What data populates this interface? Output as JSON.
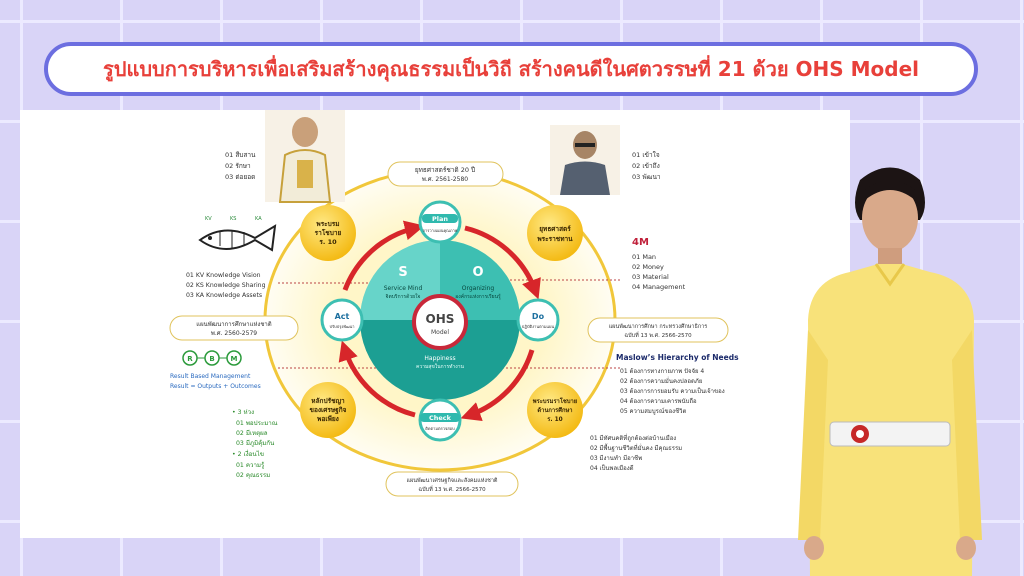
{
  "title": "รูปแบบการบริหารเพื่อเสริมสร้างคุณธรรมเป็นวิถี สร้างคนดีในศตวรรษที่ 21 ด้วย OHS Model",
  "colors": {
    "title_red": "#e8403a",
    "frame": "#6c6ee0",
    "bg": "#d9d4f7",
    "teal": "#2fb9ae",
    "arrow_red": "#d7262a",
    "gold": "#f6c21c"
  },
  "diagram": {
    "center": {
      "line1": "OHS",
      "line2": "Model"
    },
    "pdca": {
      "plan": {
        "label": "Plan",
        "sub": "การวางแผนคุณภาพ"
      },
      "do": {
        "label": "Do",
        "sub": "ปฏิบัติงานตามแผน"
      },
      "check": {
        "label": "Check",
        "sub": "ติดตามตรวจสอบ"
      },
      "act": {
        "label": "Act",
        "sub": "ปรับปรุงพัฒนา"
      }
    },
    "sectors": {
      "s": {
        "letter": "S",
        "name": "Service Mind",
        "sub": "จิตบริการด้วยใจ"
      },
      "o": {
        "letter": "O",
        "name": "Organizing",
        "sub": "องค์กรแห่งการเรียนรู้"
      },
      "h": {
        "letter": "H",
        "name": "Happiness",
        "sub": "ความสุขในการทำงาน"
      }
    },
    "outer": {
      "strategy20": {
        "line1": "ยุทธศาสตร์ชาติ 20 ปี",
        "line2": "พ.ศ. 2561-2580"
      },
      "nationalplan": {
        "line1": "แผนพัฒนาการศึกษาแห่งชาติ",
        "line2": "พ.ศ. 2560-2579"
      },
      "mohplan": {
        "line1": "แผนพัฒนาการศึกษา กระทรวงศึกษาธิการ",
        "line2": "ฉบับที่ 13 พ.ศ. 2566-2570"
      },
      "bottomplan": {
        "line1": "แผนพัฒนาเศรษฐกิจและสังคมแห่งชาติ",
        "line2": "ฉบับที่ 13 พ.ศ. 2566-2570"
      }
    },
    "bubbles": {
      "king10": {
        "l1": "พระบรม",
        "l2": "ราโชบาย",
        "l3": "ร. 10"
      },
      "strategy9": {
        "l1": "ยุทธศาสตร์",
        "l2": "พระราชทาน"
      },
      "sufficiency": {
        "l1": "หลักปรัชญา",
        "l2": "ของเศรษฐกิจ",
        "l3": "พอเพียง"
      },
      "policy10": {
        "l1": "พระบรมราโชบาย",
        "l2": "ด้านการศึกษา",
        "l3": "ร. 10"
      }
    },
    "king_left_list": [
      "01 สืบสาน",
      "02 รักษา",
      "03 ต่อยอด"
    ],
    "king_right_list": [
      "01 เข้าใจ",
      "02 เข้าถึง",
      "03 พัฒนา"
    ],
    "fish": {
      "labels": [
        "KV",
        "KS",
        "KA"
      ],
      "items": [
        "01 KV Knowledge Vision",
        "02 KS Knowledge Sharing",
        "03 KA Knowledge Assets"
      ]
    },
    "fourm": {
      "title": "4M",
      "items": [
        "01 Man",
        "02 Money",
        "03 Material",
        "04 Management"
      ]
    },
    "rbm": {
      "letters": [
        "R",
        "B",
        "M"
      ],
      "l1": "Result Based Management",
      "l2": "Result = Outputs + Outcomes"
    },
    "maslow": {
      "title": "Maslow’s Hierarchy of Needs",
      "items": [
        "01 ต้องการทางกายภาพ ปัจจัย 4",
        "02 ต้องการความมั่นคงปลอดภัย",
        "03 ต้องการการยอมรับ ความเป็นเจ้าของ",
        "04 ต้องการความเคารพนับถือ",
        "05 ความสมบูรณ์ของชีวิต"
      ]
    },
    "threeways": {
      "h1": "• 3 ห่วง",
      "a": [
        "01 พอประมาณ",
        "02 มีเหตุผล",
        "03 มีภูมิคุ้มกัน"
      ],
      "h2": "• 2 เงื่อนไข",
      "b": [
        "01 ความรู้",
        "02 คุณธรรม"
      ]
    },
    "policy_list": [
      "01 มีทัศนคติที่ถูกต้องต่อบ้านเมือง",
      "02 มีพื้นฐานชีวิตที่มั่นคง มีคุณธรรม",
      "03 มีงานทำ มีอาชีพ",
      "04 เป็นพลเมืองดี"
    ]
  }
}
